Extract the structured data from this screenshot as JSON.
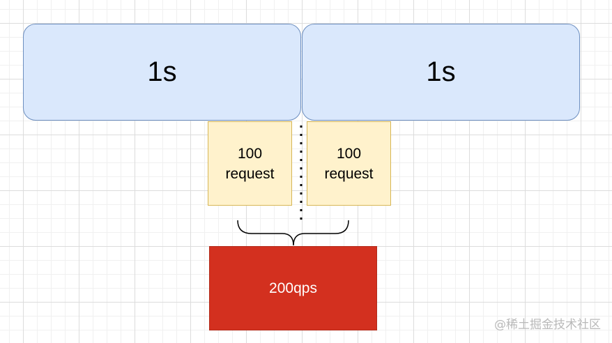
{
  "diagram": {
    "seconds": [
      {
        "label": "1s"
      },
      {
        "label": "1s"
      }
    ],
    "requests": [
      {
        "count": "100",
        "unit": "request"
      },
      {
        "count": "100",
        "unit": "request"
      }
    ],
    "result": {
      "label": "200qps"
    },
    "colors": {
      "second_fill": "#dae8fc",
      "second_stroke": "#6c8ebf",
      "request_fill": "#fff2cc",
      "request_stroke": "#d6b656",
      "result_fill": "#d3301f"
    }
  },
  "watermark": "@稀土掘金技术社区"
}
